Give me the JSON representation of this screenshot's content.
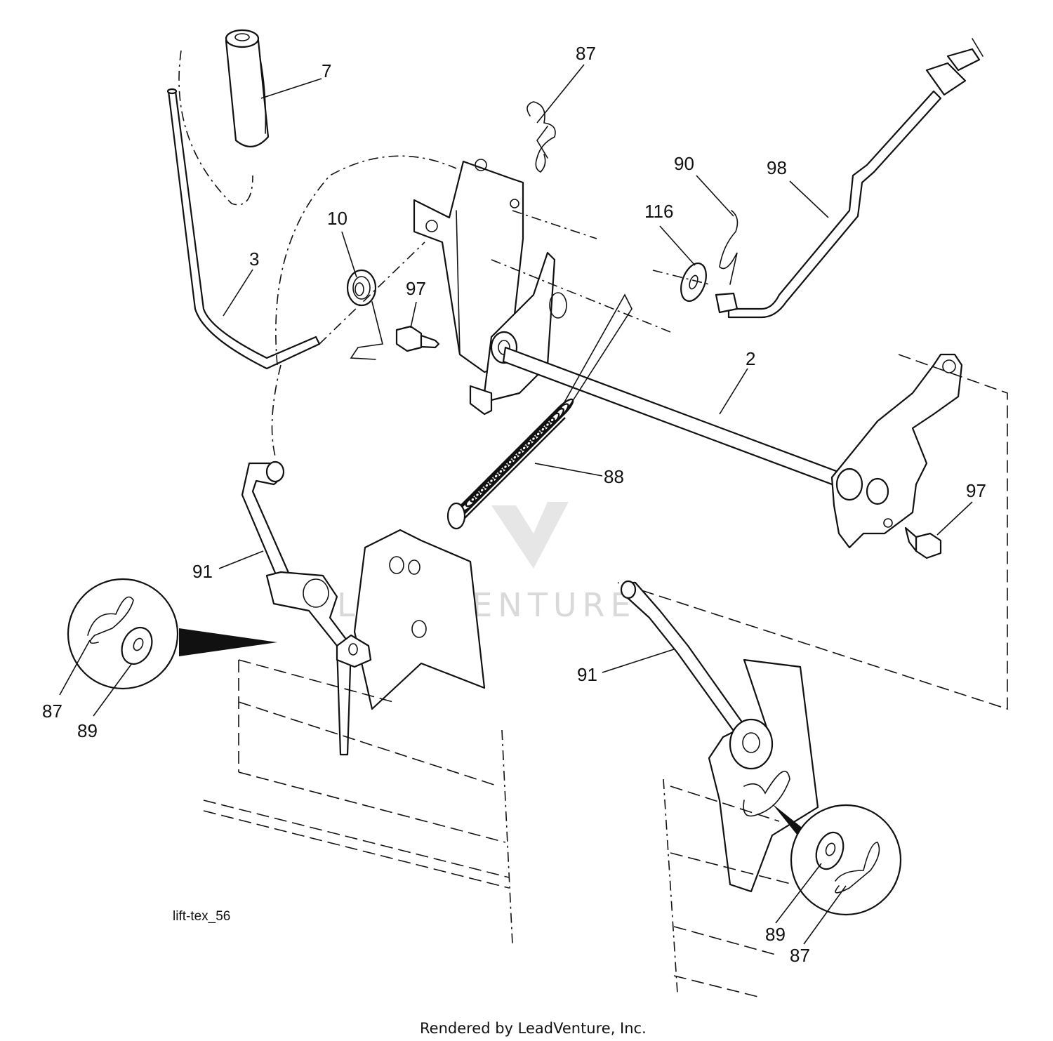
{
  "callouts": {
    "c7": "7",
    "c87_top": "87",
    "c90": "90",
    "c98": "98",
    "c116": "116",
    "c10": "10",
    "c3": "3",
    "c97_left": "97",
    "c2": "2",
    "c88": "88",
    "c97_right": "97",
    "c91_left": "91",
    "c91_right": "91",
    "c87_left": "87",
    "c89_left": "89",
    "c89_right": "89",
    "c87_right": "87"
  },
  "drawing_ref": "lift-tex_56",
  "watermark": "LEADVENTURE",
  "footer": "Rendered by LeadVenture, Inc."
}
